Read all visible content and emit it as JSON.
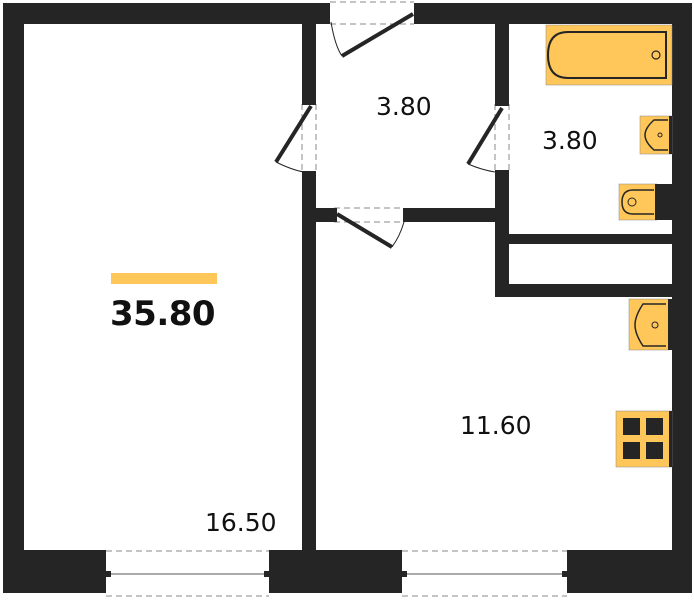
{
  "plan": {
    "total_area": "35.80",
    "accent_color": "#FFC759",
    "wall_color": "#252525",
    "rooms": [
      {
        "id": "living-room",
        "area": "16.50"
      },
      {
        "id": "hallway",
        "area": "3.80"
      },
      {
        "id": "bathroom",
        "area": "3.80"
      },
      {
        "id": "kitchen",
        "area": "11.60"
      }
    ],
    "fixtures": [
      "bathtub",
      "bathroom-sink",
      "toilet",
      "kitchen-sink",
      "stove"
    ]
  }
}
